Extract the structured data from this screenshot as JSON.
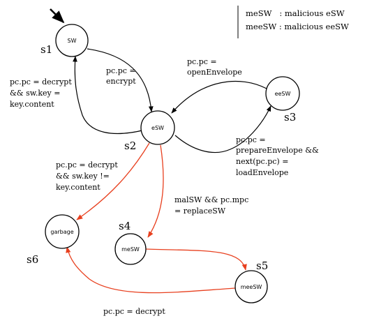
{
  "legend": [
    "meSW   : malicious eSW",
    "meeSW : malicious eeSW"
  ],
  "nodes": {
    "s1": {
      "id": "s1",
      "label": "SW"
    },
    "s2": {
      "id": "s2",
      "label": "eSW"
    },
    "s3": {
      "id": "s3",
      "label": "eeSW"
    },
    "s4": {
      "id": "s4",
      "label": "meSW"
    },
    "s5": {
      "id": "s5",
      "label": "meeSW"
    },
    "s6": {
      "id": "s6",
      "label": "garbage"
    }
  },
  "edges": {
    "s1_s2": [
      "pc.pc =",
      "encrypt"
    ],
    "s2_s1": [
      "pc.pc = decrypt",
      "&& sw.key =",
      "key.content"
    ],
    "s3_s2": [
      "pc.pc =",
      "openEnvelope"
    ],
    "s2_s3": [
      "pc.pc =",
      "prepareEnvelope &&",
      "next(pc.pc) =",
      "loadEnvelope"
    ],
    "s2_s6": [
      "pc.pc = decrypt",
      "&& sw.key !=",
      "key.content"
    ],
    "s2_s4": [
      "malSW && pc.mpc",
      "= replaceSW"
    ],
    "s5_s6": [
      "pc.pc = decrypt"
    ]
  },
  "colors": {
    "normal_edge": "#000000",
    "malicious_edge": "#e8401f"
  }
}
